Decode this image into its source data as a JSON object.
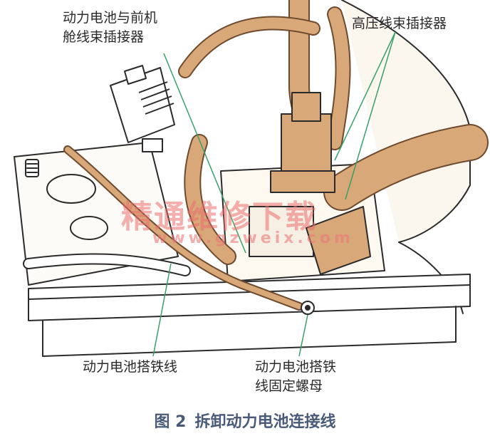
{
  "labels": {
    "cabin_connector": [
      "动力电池与前机",
      "舱线束插接器"
    ],
    "hv_connector": "高压线束插接器",
    "ground_wire": "动力电池搭铁线",
    "ground_nut": [
      "动力电池搭铁",
      "线固定螺母"
    ]
  },
  "caption": {
    "figure_no": "图 2",
    "title": "拆卸动力电池连接线"
  },
  "watermark": {
    "text": "精通维修下载",
    "url": "www.gzweix.com"
  },
  "colors": {
    "cable_fill": "#d8a878",
    "cable_stroke": "#6e4a2e",
    "line": "#2b2b2b",
    "leader": "#3aa06a",
    "caption": "#4a5b7a"
  }
}
